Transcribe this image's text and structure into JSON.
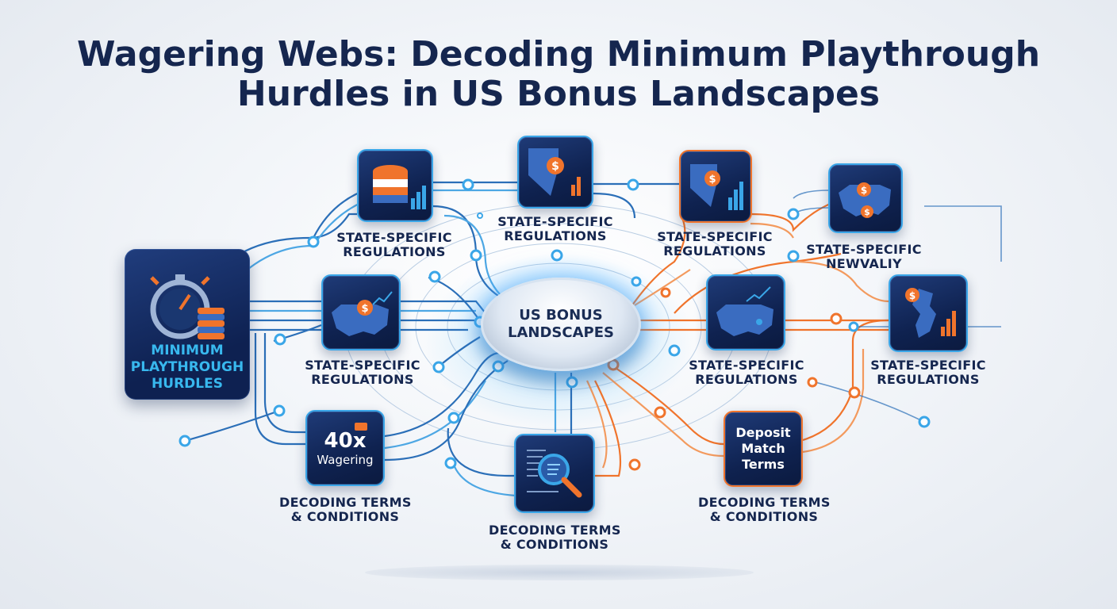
{
  "title": {
    "line1": "Wagering Webs: Decoding Minimum Playthrough",
    "line2": "Hurdles in US Bonus Landscapes"
  },
  "hub": {
    "line1": "US BONUS",
    "line2": "LANDSCAPES"
  },
  "main_node": {
    "line1": "MINIMUM",
    "line2": "PLAYTHROUGH",
    "line3": "HURDLES"
  },
  "nodes": {
    "chips_top": {
      "label1": "STATE-SPECIFIC",
      "label2": "REGULATIONS"
    },
    "map_top": {
      "label1": "STATE-SPECIFIC",
      "label2": "REGULATIONS"
    },
    "nevada_right": {
      "label1": "STATE-SPECIFIC",
      "label2": "REGULATIONS"
    },
    "us_far_right": {
      "label1": "STATE-SPECIFIC",
      "label2": "NEWVALIY"
    },
    "us_left": {
      "label1": "STATE-SPECIFIC",
      "label2": "REGULATIONS"
    },
    "us_right": {
      "label1": "STATE-SPECIFIC",
      "label2": "REGULATIONS"
    },
    "nj_right": {
      "label1": "STATE-SPECIFIC",
      "label2": "REGULATIONS"
    },
    "wagering": {
      "text1": "40x",
      "text2": "Wagering",
      "label1": "DECODING TERMS",
      "label2": "& CONDITIONS"
    },
    "magnifier": {
      "label1": "DECODING TERMS",
      "label2": "& CONDITIONS"
    },
    "deposit": {
      "text1": "Deposit",
      "text2": "Match",
      "text3": "Terms",
      "label1": "DECODING TERMS",
      "label2": "& CONDITIONS"
    }
  },
  "icon_text": {
    "dollar": "$"
  },
  "colors": {
    "navy": "#15264f",
    "blue_accent": "#3aa6e8",
    "orange_accent": "#f0742c",
    "cyan_label": "#38b8ee"
  }
}
